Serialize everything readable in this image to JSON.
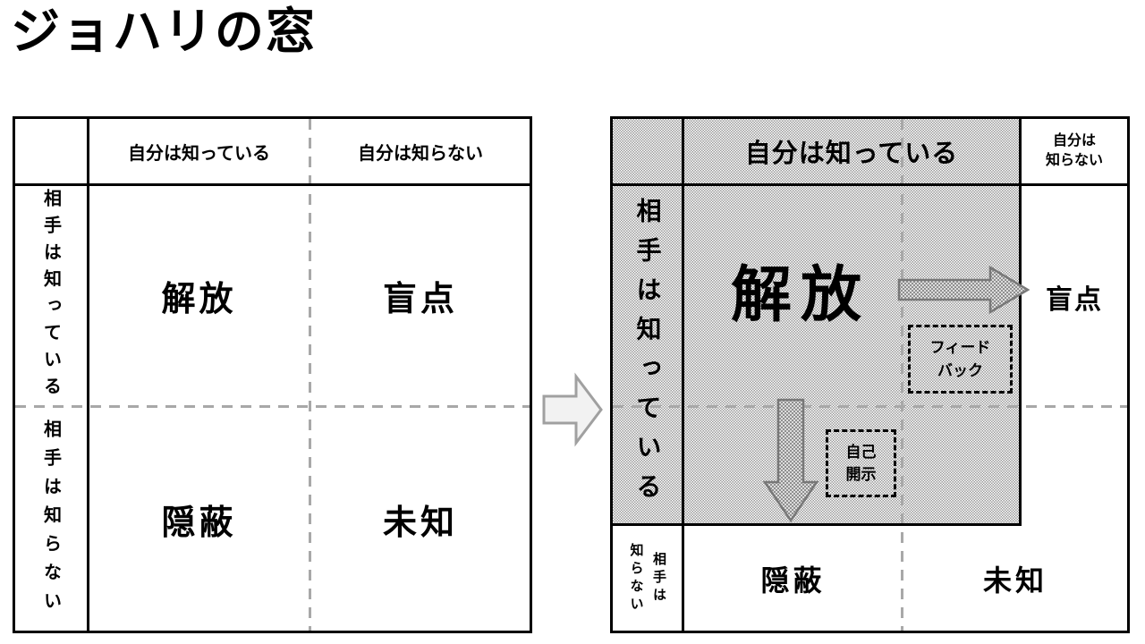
{
  "title": "ジョハリの窓",
  "left_diagram": {
    "col_header_self_known": "自分は知っている",
    "col_header_self_unknown": "自分は知らない",
    "row_header_other_known": "相手は知っている",
    "row_header_other_unknown": "相手は知らない",
    "cell_open": "解放",
    "cell_blind": "盲点",
    "cell_hidden": "隠蔽",
    "cell_unknown": "未知"
  },
  "right_diagram": {
    "col_header_self_known": "自分は知っている",
    "col_header_self_unknown": "自分は\n知らない",
    "row_header_other_known": "相手は知っている",
    "row_header_other_unknown": "相手は\n知らない",
    "cell_open": "解放",
    "cell_blind": "盲点",
    "cell_hidden": "隠蔽",
    "cell_unknown": "未知",
    "label_feedback": "フィード\nバック",
    "label_self_disclosure": "自己\n開示"
  },
  "icons": {
    "transform_arrow": "right-block-arrow",
    "feedback_arrow": "right-block-arrow-dotted",
    "self_disclosure_arrow": "down-block-arrow-dotted"
  },
  "colors": {
    "line_black": "#000000",
    "dash_gray": "#a8a8a8",
    "shade_dot_gray": "#9a9a9a",
    "block_arrow_fill": "#f2f2f2",
    "block_arrow_stroke": "#a0a0a0",
    "dotted_arrow_stroke": "#787878"
  }
}
